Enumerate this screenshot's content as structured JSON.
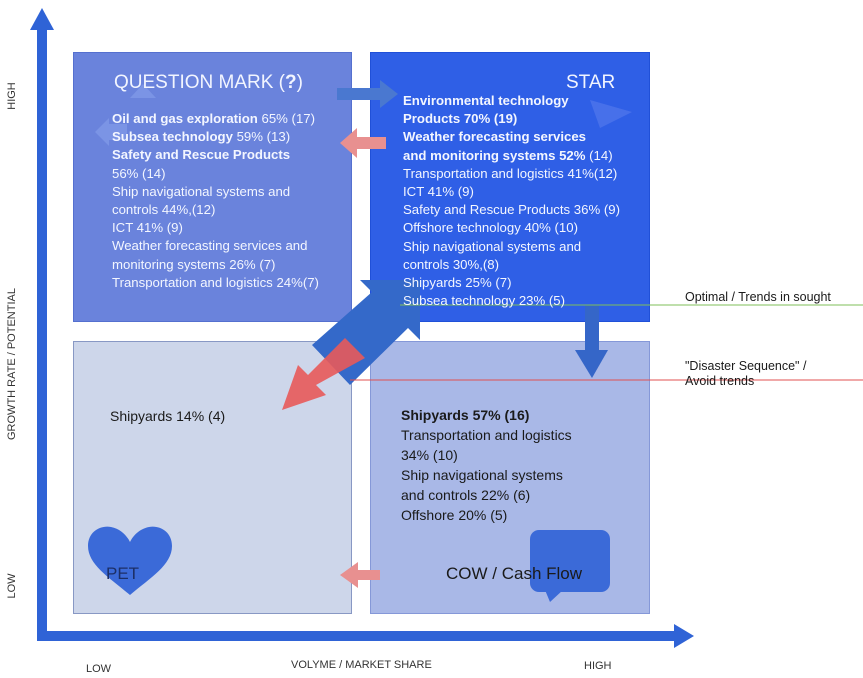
{
  "colors": {
    "axis": "#2f63d6",
    "question": "#6a83dc",
    "star": "#2f5fe6",
    "pet": "#cdd6ea",
    "cow": "#a9b8e7",
    "red_arrow": "#e85a5a",
    "green_line": "#7fbf5a",
    "red_line": "#e05050"
  },
  "axes": {
    "y_title": "GROWTH RATE / POTENTIAL",
    "y_high": "HIGH",
    "y_low": "LOW",
    "x_title": "VOLYME / MARKET SHARE",
    "x_low": "LOW",
    "x_high": "HIGH"
  },
  "question_mark": {
    "title_prefix": "QUESTION MARK (",
    "title_symbol": "?",
    "title_suffix": ")",
    "lines": [
      {
        "bold": "Oil and gas exploration",
        "rest": " 65% (17)"
      },
      {
        "bold": "Subsea technology",
        "rest": " 59% (13)"
      },
      {
        "bold": "Safety and Rescue Products",
        "rest": ""
      },
      {
        "bold": "",
        "rest": "56% (14)"
      },
      {
        "bold": "",
        "rest": "Ship navigational systems and"
      },
      {
        "bold": "",
        "rest": "controls  44%,(12)"
      },
      {
        "bold": "",
        "rest": "ICT 41% (9)"
      },
      {
        "bold": "",
        "rest": "Weather forecasting services and"
      },
      {
        "bold": "",
        "rest": "monitoring systems  26% (7)"
      },
      {
        "bold": "",
        "rest": "Transportation and logistics 24%(7)"
      }
    ]
  },
  "star": {
    "title": "STAR",
    "lines": [
      {
        "bold": "Environmental technology",
        "rest": ""
      },
      {
        "bold": "Products  70% (19)",
        "rest": ""
      },
      {
        "bold": "Weather forecasting services",
        "rest": ""
      },
      {
        "bold": "and monitoring systems 52%",
        "rest": " (14)"
      },
      {
        "bold": "",
        "rest": "Transportation and logistics 41%(12)"
      },
      {
        "bold": "",
        "rest": "ICT 41% (9)"
      },
      {
        "bold": "",
        "rest": "Safety and Rescue Products 36% (9)"
      },
      {
        "bold": "",
        "rest": "Offshore technology 40% (10)"
      },
      {
        "bold": "",
        "rest": "Ship navigational systems and"
      },
      {
        "bold": "",
        "rest": "controls 30%,(8)"
      },
      {
        "bold": "",
        "rest": "Shipyards  25% (7)"
      },
      {
        "bold": "",
        "rest": "Subsea technology 23% (5)"
      }
    ]
  },
  "pet": {
    "title": "PET",
    "lines": [
      {
        "bold": "",
        "rest": "Shipyards  14% (4)"
      }
    ]
  },
  "cow": {
    "title": "COW / Cash Flow",
    "lines": [
      {
        "bold": "Shipyards 57% (16)",
        "rest": ""
      },
      {
        "bold": "",
        "rest": "Transportation  and logistics"
      },
      {
        "bold": "",
        "rest": "34% (10)"
      },
      {
        "bold": "",
        "rest": "Ship navigational  systems"
      },
      {
        "bold": "",
        "rest": "and controls  22% (6)"
      },
      {
        "bold": "",
        "rest": "Offshore  20% (5)"
      }
    ]
  },
  "notes": {
    "optimal": "Optimal / Trends in sought",
    "disaster_line1": "\"Disaster Sequence\" /",
    "disaster_line2": "Avoid trends"
  }
}
